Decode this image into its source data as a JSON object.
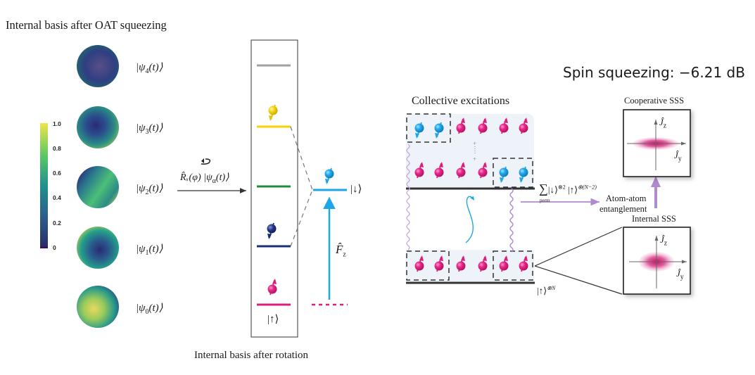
{
  "left_panel": {
    "title": "Internal basis after OAT squeezing",
    "states": [
      {
        "label_pre": "|ψ",
        "index": "4",
        "label_post": "(t)⟩"
      },
      {
        "label_pre": "|ψ",
        "index": "3",
        "label_post": "(t)⟩"
      },
      {
        "label_pre": "|ψ",
        "index": "2",
        "label_post": "(t)⟩"
      },
      {
        "label_pre": "|ψ",
        "index": "1",
        "label_post": "(t)⟩"
      },
      {
        "label_pre": "|ψ",
        "index": "0",
        "label_post": "(t)⟩"
      }
    ],
    "colorbar": {
      "ticks": [
        "1.0",
        "0.8",
        "0.6",
        "0.4",
        "0.2",
        "0"
      ],
      "colormap": "viridis",
      "min": 0,
      "max": 1
    }
  },
  "rotation": {
    "operator_label": "R̂ₓ(φ) |ψ",
    "operator_sub": "α",
    "operator_post": "(t)⟩",
    "rotate_icon": "rotate-arrow-icon"
  },
  "middle_panel": {
    "bottom_label": "Internal basis after rotation",
    "up_state": "|↑⟩",
    "down_state": "|↓⟩",
    "operator_label": "F̂",
    "operator_sub": "z",
    "levels": [
      {
        "name": "level-4",
        "color": "#a0a0a0"
      },
      {
        "name": "level-3",
        "color": "#f5d20a"
      },
      {
        "name": "level-2",
        "color": "#1e8c3a"
      },
      {
        "name": "level-1",
        "color": "#1a2f7a"
      },
      {
        "name": "level-0",
        "color": "#e01c7a"
      }
    ],
    "down_level_color": "#1ea7e8"
  },
  "right_panel": {
    "spin_squeezing_label": "Spin squeezing: −6.21 dB",
    "collective_title": "Collective excitations",
    "sum_label": "∑",
    "sum_sub": "perm",
    "sum_state": "|↓⟩",
    "sum_sup1": "⊗2",
    "sum_state2": "|↑⟩",
    "sum_sup2": "⊗(N−2)",
    "ground_state": "|↑⟩",
    "ground_sup": "⊗N",
    "entanglement_label_1": "Atom-atom",
    "entanglement_label_2": "entanglement",
    "cooperative_title": "Cooperative SSS",
    "internal_title": "Internal SSS",
    "axis_z": "Ĵ",
    "axis_z_sub": "z",
    "axis_y": "Ĵ",
    "axis_y_sub": "y",
    "colors": {
      "spin_up": "#e01c7a",
      "spin_down": "#1ea7e8",
      "wave": "#b58cd0",
      "arrow_purple": "#b08ad0",
      "panel_bg": "#eef3fa"
    }
  }
}
